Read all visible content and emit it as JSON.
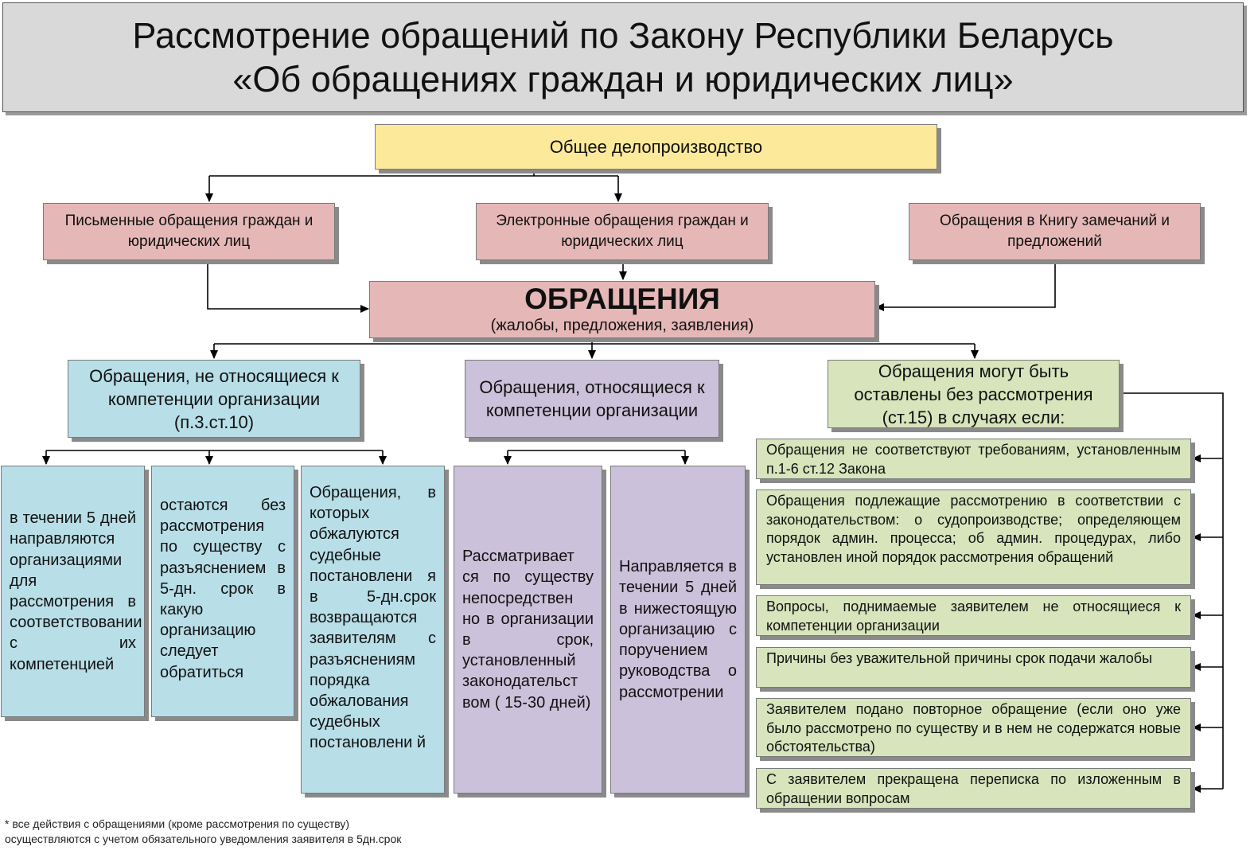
{
  "title": {
    "line1": "Рассмотрение обращений по Закону Республики Беларусь",
    "line2": "«Об обращениях граждан и юридических лиц»"
  },
  "top_node": "Общее делопроизводство",
  "sources": {
    "written": "Письменные обращения граждан и юридических лиц",
    "electronic": "Электронные обращения граждан и юридических лиц",
    "book": "Обращения в Книгу замечаний и предложений"
  },
  "center": {
    "heading": "ОБРАЩЕНИЯ",
    "sub": "(жалобы, предложения, заявления)"
  },
  "categories": {
    "not_competence": "Обращения, не относящиеся к компетенции организации (п.3.ст.10)",
    "competence": "Обращения, относящиеся к компетенции организации",
    "no_review": "Обращения могут быть оставлены без рассмотрения (ст.15) в случаях если:"
  },
  "blue_leaves": [
    "в течении 5 дней направляются организациями для рассмотрения в соответствовании с их компетенцией",
    "остаются без рассмотрения по существу с разъяснением в 5-дн. срок в какую организацию следует обратиться",
    "Обращения, в которых обжалуются судебные постановлени я в 5-дн.срок возвращаются заявителям с разъяснениям порядка обжалования судебных постановлени й"
  ],
  "purple_leaves": [
    "Рассматривает ся по существу непосредствен но в организации в срок, установленный законодательст вом ( 15-30 дней)",
    "Направляется в течении 5 дней в нижестоящую организацию с поручением руководства о рассмотрении"
  ],
  "green_items": [
    "Обращения не соответствуют требованиям, установленным п.1-6 ст.12 Закона",
    "Обращения подлежащие рассмотрению в соответствии с законодательством: о судопроизводстве; определяющем порядок админ. процесса; об админ. процедурах, либо установлен иной порядок рассмотрения обращений",
    "Вопросы, поднимаемые заявителем не относящиеся к компетенции организации",
    "Причины без уважительной причины срок подачи жалобы",
    "Заявителем подано повторное обращение (если оно уже было рассмотрено по существу и в нем не содержатся новые обстоятельства)",
    "С заявителем прекращена переписка по изложенным в обращении вопросам"
  ],
  "footnote": {
    "line1": "* все действия с обращениями (кроме рассмотрения по существу)",
    "line2": "осуществляются с учетом обязательного уведомления заявителя в 5дн.срок"
  },
  "colors": {
    "title_bg": "#d9d9d9",
    "yellow": "#fde99a",
    "pink": "#e5b8b7",
    "blue": "#b8dee8",
    "purple": "#ccc1da",
    "green": "#d7e4bc"
  }
}
